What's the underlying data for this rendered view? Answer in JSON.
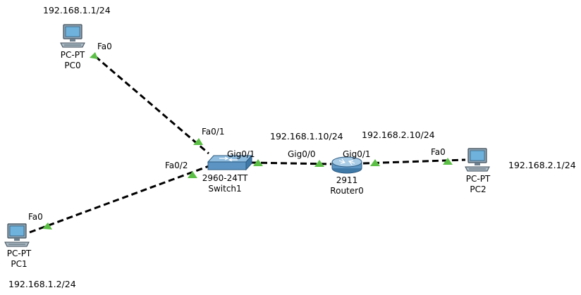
{
  "devices": {
    "pc0": {
      "model": "PC-PT",
      "name": "PC0",
      "ip": "192.168.1.1/24"
    },
    "pc1": {
      "model": "PC-PT",
      "name": "PC1",
      "ip": "192.168.1.2/24"
    },
    "pc2": {
      "model": "PC-PT",
      "name": "PC2",
      "ip": "192.168.2.1/24"
    },
    "switch1": {
      "model": "2960-24TT",
      "name": "Switch1"
    },
    "router0": {
      "model": "2911",
      "name": "Router0",
      "gig00_ip": "192.168.1.10/24",
      "gig01_ip": "192.168.2.10/24"
    }
  },
  "ports": {
    "pc0_fa0": "Fa0",
    "pc1_fa0": "Fa0",
    "pc2_fa0": "Fa0",
    "sw_fa01": "Fa0/1",
    "sw_fa02": "Fa0/2",
    "sw_gig01": "Gig0/1",
    "r_gig00": "Gig0/0",
    "r_gig01": "Gig0/1"
  },
  "colors": {
    "link": "#000000",
    "link_up": "#5bbf45",
    "pc_screen": "#6fb3dd",
    "pc_body": "#8ea3b3",
    "switch_body": "#5c95c4",
    "router_body": "#5c95c4"
  }
}
